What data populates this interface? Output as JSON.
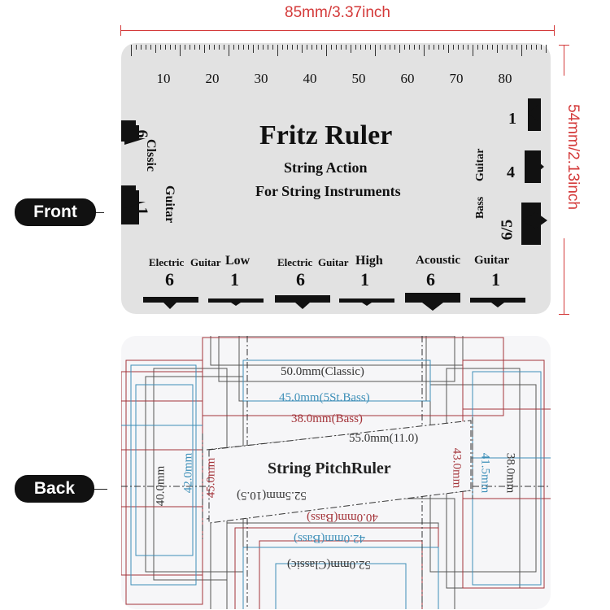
{
  "dimensions": {
    "width_label": "85mm/3.37inch",
    "height_label": "54mm/2.13inch",
    "color": "#d43a3a"
  },
  "labels": {
    "front": "Front",
    "back": "Back"
  },
  "front": {
    "title": "Fritz Ruler",
    "subtitle1": "String Action",
    "subtitle2": "For String Instruments",
    "scale_numbers": [
      "10",
      "20",
      "30",
      "40",
      "50",
      "60",
      "70",
      "80"
    ],
    "classic": {
      "word1": "Clssic",
      "word2": "Guitar",
      "num_top": "6",
      "num_bottom": "1"
    },
    "bass": {
      "word1": "Bass",
      "word2": "Guitar",
      "num_top": "1",
      "num_mid": "4",
      "num_bottom": "6/5"
    },
    "bottom_groups": [
      {
        "label_a": "Electric",
        "label_b": "Guitar",
        "label_c": "Low",
        "n1": "6",
        "n2": "1"
      },
      {
        "label_a": "Electric",
        "label_b": "Guitar",
        "label_c": "High",
        "n1": "6",
        "n2": "1"
      },
      {
        "label_a": "Acoustic",
        "label_b": "Guitar",
        "label_c": "",
        "n1": "6",
        "n2": "1"
      }
    ],
    "card_color": "#e2e2e2"
  },
  "back": {
    "title": "String PitchRuler",
    "m_50_classic": "50.0mm(Classic)",
    "m_45_5st": "45.0mm(5St.Bass)",
    "m_38_bass": "38.0mm(Bass)",
    "m_55": "55.0mm(11.0)",
    "m_52_5": "52.5mm(10.5)",
    "m_40_bass": "40.0mm(Bass)",
    "m_42_bass": "42.0mm(Bass)",
    "m_52_classic": "52.0mm(Classic)",
    "v_40": "40.0mm",
    "v_42": "42.0mm",
    "v_45": "45.0mm",
    "v_43": "43.0mm",
    "v_41_5": "41.5mm",
    "v_38": "38.0mm",
    "colors": {
      "red": "#a4343a",
      "blue": "#3d8fb8",
      "dark": "#333333"
    }
  }
}
